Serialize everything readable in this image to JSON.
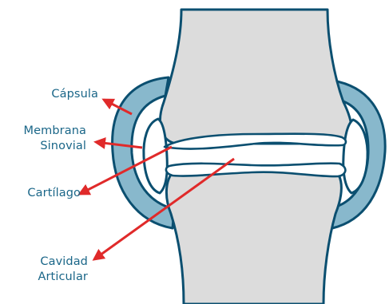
{
  "colors": {
    "outline": "#0b4f70",
    "label_text": "#1a6688",
    "capsule_fill": "#88b8cc",
    "bone_fill": "#dcdcdc",
    "cartilage_fill": "#ffffff",
    "arrow": "#e02a2a"
  },
  "labels": {
    "capsula": "Cápsula",
    "membrana_line1": "Membrana",
    "membrana_line2": "Sinovial",
    "cartilago": "Cartílago",
    "cavidad_line1": "Cavidad",
    "cavidad_line2": "Articular"
  }
}
